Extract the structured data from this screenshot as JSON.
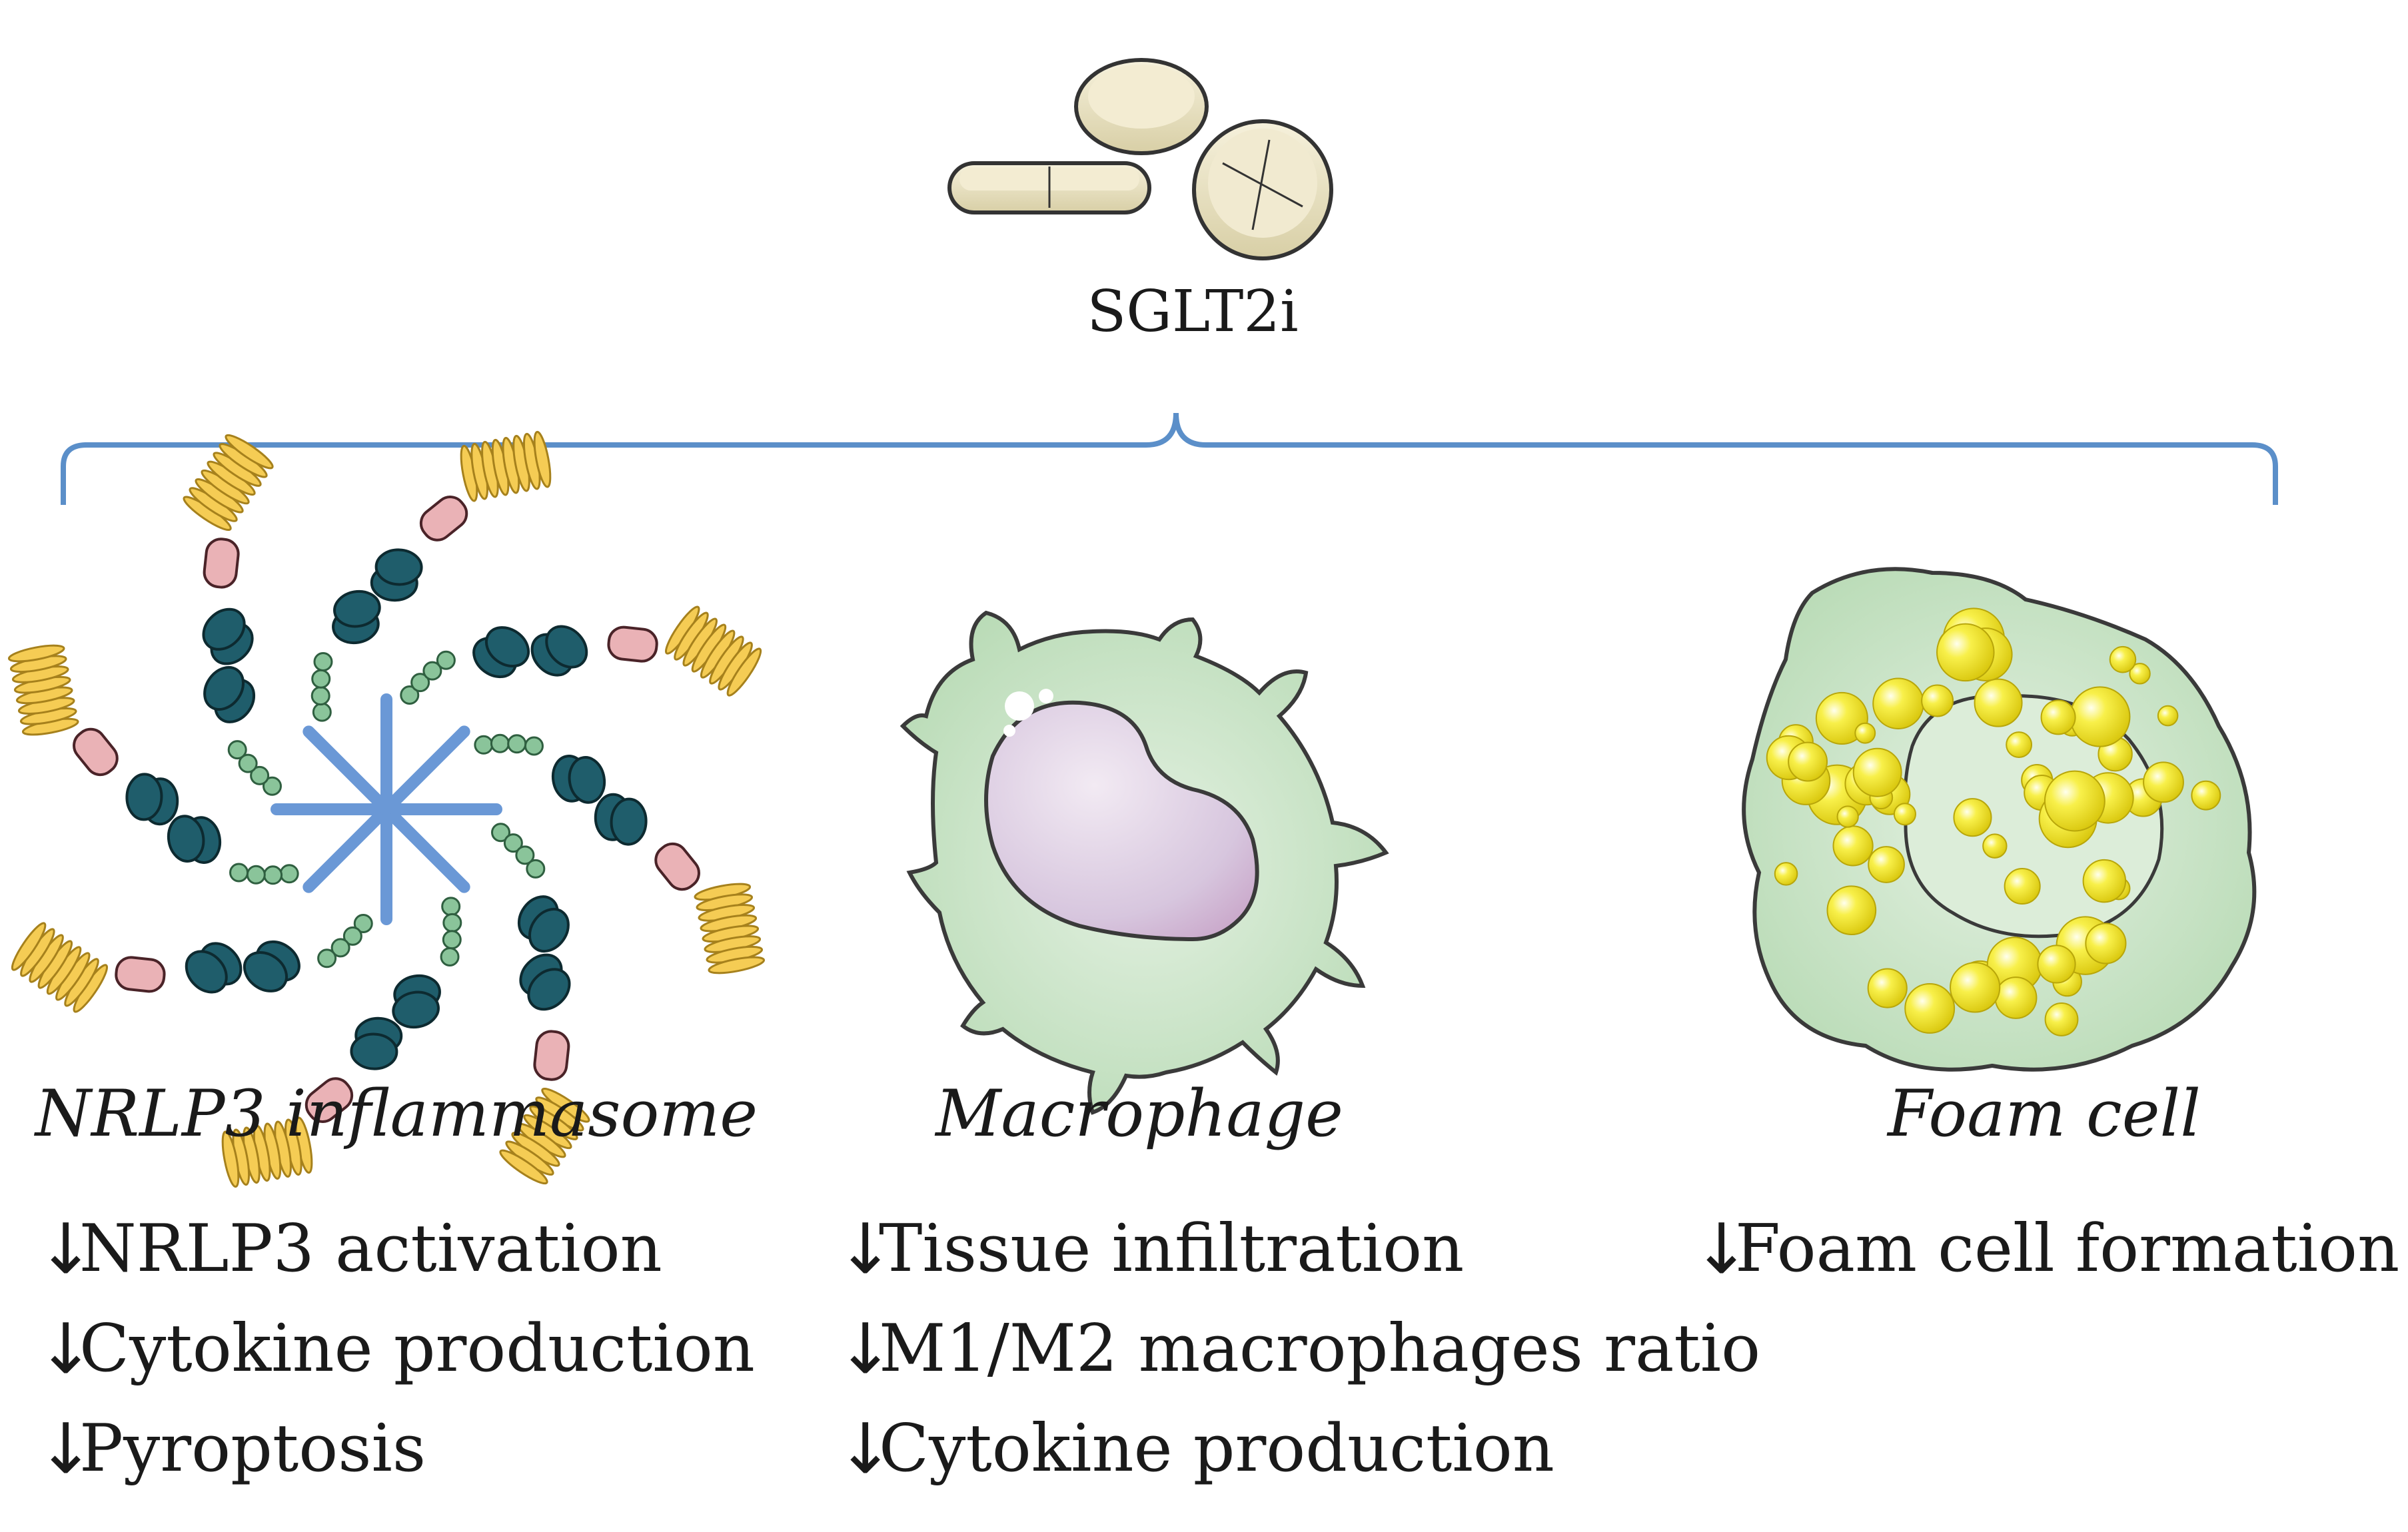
{
  "drug": {
    "label": "SGLT2i",
    "icon": "pills-icon"
  },
  "panels": [
    {
      "title": "NRLP3 inflammasome",
      "icon": "inflammasome-icon",
      "effects": [
        {
          "arrow": "↓",
          "text": "NRLP3 activation"
        },
        {
          "arrow": "↓",
          "text": "Cytokine production"
        },
        {
          "arrow": "↓",
          "text": "Pyroptosis"
        }
      ]
    },
    {
      "title": "Macrophage",
      "icon": "macrophage-icon",
      "effects": [
        {
          "arrow": "↓",
          "text": "Tissue infiltration"
        },
        {
          "arrow": "↓",
          "text": "M1/M2 macrophages ratio"
        },
        {
          "arrow": "↓",
          "text": "Cytokine production"
        }
      ]
    },
    {
      "title": "Foam cell",
      "icon": "foam-cell-icon",
      "effects": [
        {
          "arrow": "↓",
          "text": "Foam cell formation"
        }
      ]
    }
  ],
  "colors": {
    "bracket": "#5b8fc9",
    "cell_fill": "#cfe6cd",
    "lipid": "#f3ea1c",
    "nucleus": "#d7c6de",
    "pill": "#ede5c6",
    "receptor_spoke": "#6a98d6",
    "domain_dark": "#1f5d6b",
    "domain_pink": "#eab2b6",
    "domain_yellow": "#f5cc54",
    "linker_green": "#8ac49a"
  }
}
